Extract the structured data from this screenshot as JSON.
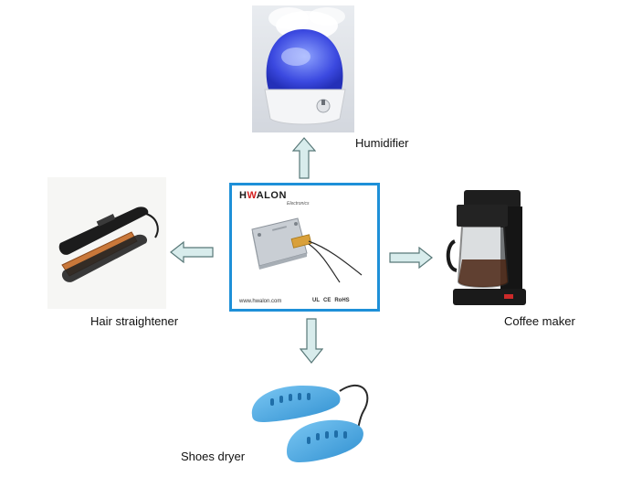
{
  "center": {
    "brand": "HWALON",
    "brand_sub": "Electronics",
    "website": "www.hwalon.com",
    "marks": [
      "UL",
      "CE",
      "RoHS"
    ]
  },
  "products": {
    "top": "Humidifier",
    "left": "Hair straightener",
    "right": "Coffee maker",
    "bottom": "Shoes dryer"
  },
  "colors": {
    "frame": "#1e90d8",
    "arrow_fill": "#d8ecec",
    "arrow_stroke": "#587878",
    "brand_red": "#d42020"
  }
}
